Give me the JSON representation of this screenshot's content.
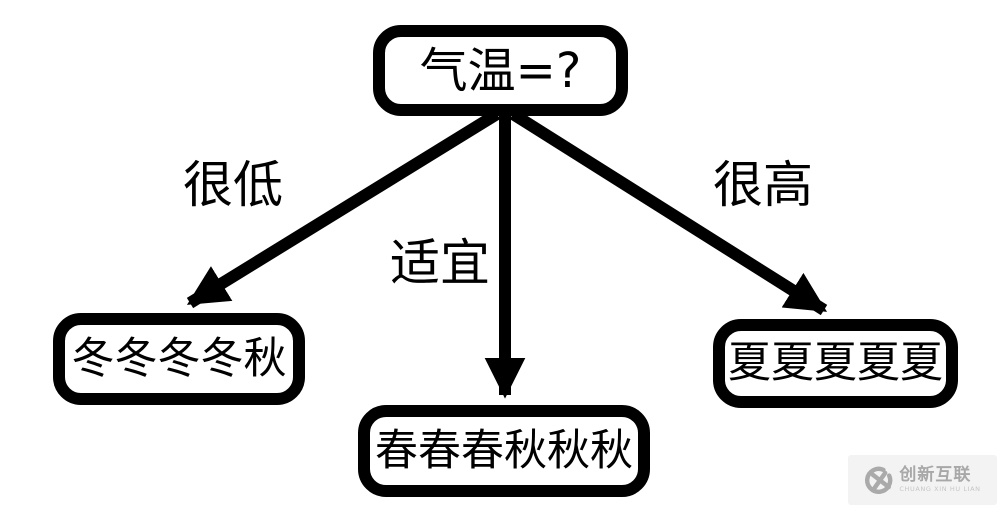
{
  "diagram": {
    "type": "decision-tree",
    "root": {
      "label": "气温=?"
    },
    "branches": [
      {
        "condition": "很低",
        "target": "冬冬冬冬秋"
      },
      {
        "condition": "适宜",
        "target": "春春春秋秋秋"
      },
      {
        "condition": "很高",
        "target": "夏夏夏夏夏"
      }
    ]
  },
  "watermark": {
    "name": "创新互联",
    "subtitle": "CHUANG XIN HU LIAN"
  },
  "colors": {
    "node_border": "#000000",
    "node_background": "#ffffff",
    "edge": "#000000",
    "watermark_background": "#f3f3f3",
    "watermark_foreground": "#a8a8a8"
  }
}
